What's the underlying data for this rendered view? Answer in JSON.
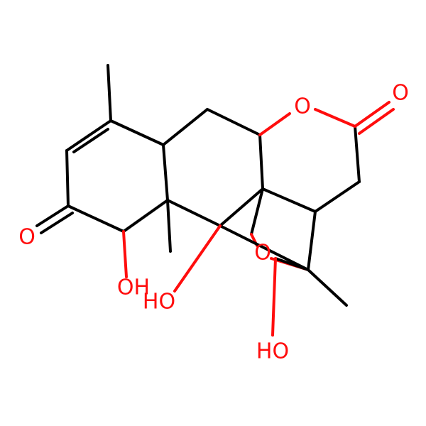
{
  "colors": {
    "bond": "#000000",
    "oxygen": "#ff0d0d",
    "background": "#ffffff"
  },
  "atoms": {
    "ring_oxygen_top": "O",
    "ketone_oxygen_right": "O",
    "ketone_oxygen_left": "O",
    "bridge_oxygen": "O",
    "hydroxyl_left": "OH",
    "hydroxyl_middle": "HO",
    "hydroxyl_bottom": "HO"
  }
}
